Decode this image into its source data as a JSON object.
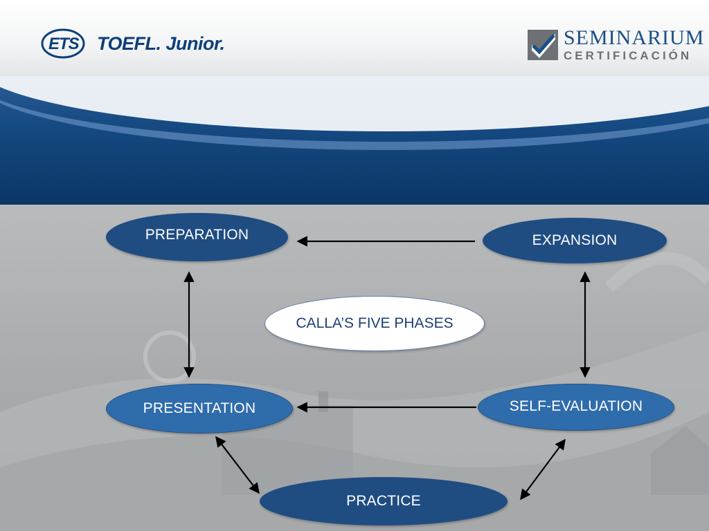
{
  "header": {
    "left_logo": {
      "mark": "ETS",
      "product": "TOEFL. Junior."
    },
    "right_logo": {
      "title": "SEMINARIUM",
      "subtitle": "CERTIFICACIÓN"
    }
  },
  "diagram": {
    "center_label": "CALLA’S FIVE PHASES",
    "nodes": {
      "preparation": "PREPARATION",
      "expansion": "EXPANSION",
      "presentation": "PRESENTATION",
      "self_evaluation": "SELF-EVALUATION",
      "practice": "PRACTICE"
    },
    "colors": {
      "node_dark": "#1f4d82",
      "node_light": "#2f6cab",
      "arrow": "#000000"
    }
  }
}
